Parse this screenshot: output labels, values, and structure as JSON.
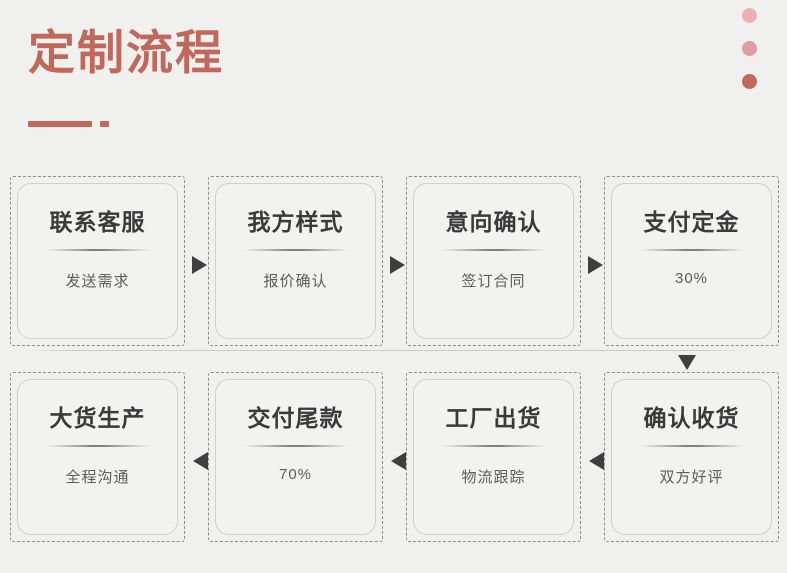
{
  "header": {
    "title": "定制流程",
    "title_color": "#c0685c",
    "underline_color": "#c0685c",
    "decor_dots": [
      {
        "name": "dot-light",
        "color": "#efb0b4"
      },
      {
        "name": "dot-medium",
        "color": "#e09ba3"
      },
      {
        "name": "dot-dark",
        "color": "#c0685c"
      }
    ]
  },
  "flow": {
    "background_color": "#f0f0ee",
    "card_fill_color": "#f2f2f0",
    "card_border_color": "#8d8d8d",
    "arrow_color": "#3f3f3f",
    "row1": {
      "direction": "right",
      "steps": [
        {
          "title": "联系客服",
          "sub": "发送需求"
        },
        {
          "title": "我方样式",
          "sub": "报价确认"
        },
        {
          "title": "意向确认",
          "sub": "签订合同"
        },
        {
          "title": "支付定金",
          "sub": "30%"
        }
      ]
    },
    "row2": {
      "direction": "left",
      "steps": [
        {
          "title": "大货生产",
          "sub": "全程沟通"
        },
        {
          "title": "交付尾款",
          "sub": "70%"
        },
        {
          "title": "工厂出货",
          "sub": "物流跟踪"
        },
        {
          "title": "确认收货",
          "sub": "双方好评"
        }
      ]
    }
  }
}
